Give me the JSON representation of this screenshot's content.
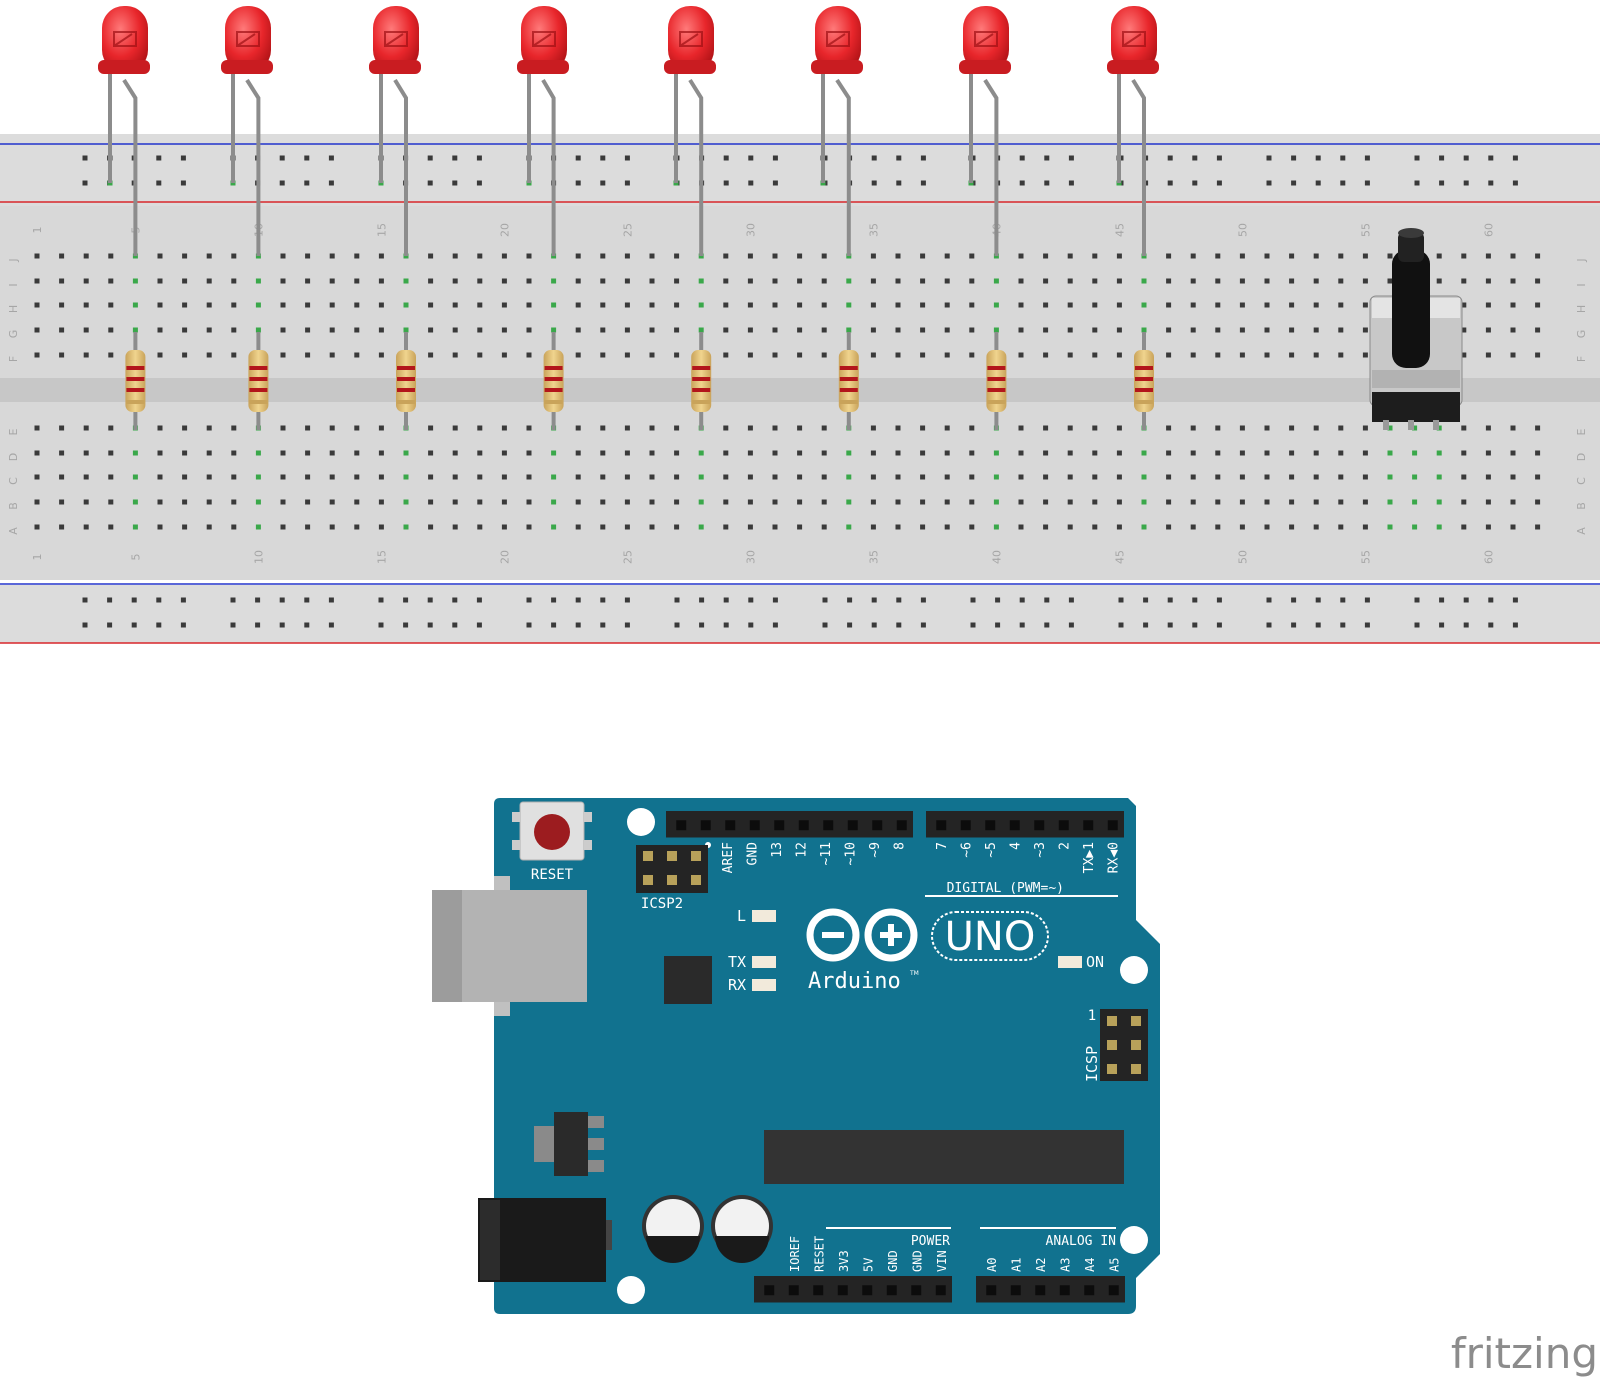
{
  "breadboard": {
    "row_letters_top": [
      "J",
      "I",
      "H",
      "G",
      "F"
    ],
    "row_letters_bottom": [
      "E",
      "D",
      "C",
      "B",
      "A"
    ],
    "column_numbers": [
      "1",
      "5",
      "10",
      "15",
      "20",
      "25",
      "30",
      "35",
      "40",
      "45",
      "50",
      "55",
      "60"
    ],
    "led_count": 8,
    "resistor_count": 8,
    "led_color": "#e8262b",
    "rail_positive_color": "#d8262b",
    "rail_negative_color": "#2233cc",
    "connected_hole_color": "#3aa84a"
  },
  "potentiometer": {
    "pins": 3
  },
  "arduino": {
    "board_color": "#11728f",
    "reset_label": "RESET",
    "icsp2_label": "ICSP2",
    "icsp_label": "ICSP",
    "icsp_pin1": "1",
    "digital_pins": [
      "AREF",
      "GND",
      "13",
      "12",
      "~11",
      "~10",
      "~9",
      "8",
      "7",
      "~6",
      "~5",
      "4",
      "~3",
      "2",
      "TX▶1",
      "RX◀0"
    ],
    "digital_label": "DIGITAL (PWM=~)",
    "led_l": "L",
    "led_tx": "TX",
    "led_rx": "RX",
    "led_on": "ON",
    "brand": "Arduino",
    "trademark": "TM",
    "model": "UNO",
    "power_label": "POWER",
    "power_pins": [
      "IOREF",
      "RESET",
      "3V3",
      "5V",
      "GND",
      "GND",
      "VIN"
    ],
    "analog_label": "ANALOG IN",
    "analog_pins": [
      "A0",
      "A1",
      "A2",
      "A3",
      "A4",
      "A5"
    ]
  },
  "watermark": "fritzing"
}
